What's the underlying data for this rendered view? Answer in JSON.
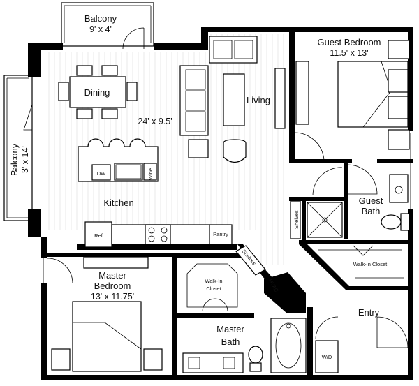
{
  "rooms": {
    "balcony_top": {
      "name": "Balcony",
      "dims": "9' x 4'"
    },
    "balcony_side": {
      "name": "Balcony",
      "dims": "3' x 14'"
    },
    "guest_bedroom": {
      "name": "Guest Bedroom",
      "dims": "11.5' x 13'"
    },
    "dining": {
      "name": "Dining"
    },
    "living": {
      "name": "Living",
      "dims": "24' x 9.5'"
    },
    "kitchen": {
      "name": "Kitchen"
    },
    "guest_bath": {
      "name": "Guest",
      "name2": "Bath"
    },
    "master_bedroom": {
      "name": "Master",
      "name2": "Bedroom",
      "dims": "13' x 11.75'"
    },
    "walkin_closet_master": {
      "name": "Walk-In",
      "name2": "Closet"
    },
    "walkin_closet_guest": {
      "name": "Walk-In Closet"
    },
    "master_bath": {
      "name": "Master",
      "name2": "Bath"
    },
    "entry": {
      "name": "Entry"
    }
  },
  "fixtures": {
    "dishwasher": "DW",
    "wine": "Wine",
    "refrigerator": "Ref",
    "pantry": "Pantry",
    "shelves_hall": "Shelves",
    "shelves_bath": "Shelves",
    "hvac": "HVAC",
    "washer_dryer": "W/D"
  }
}
